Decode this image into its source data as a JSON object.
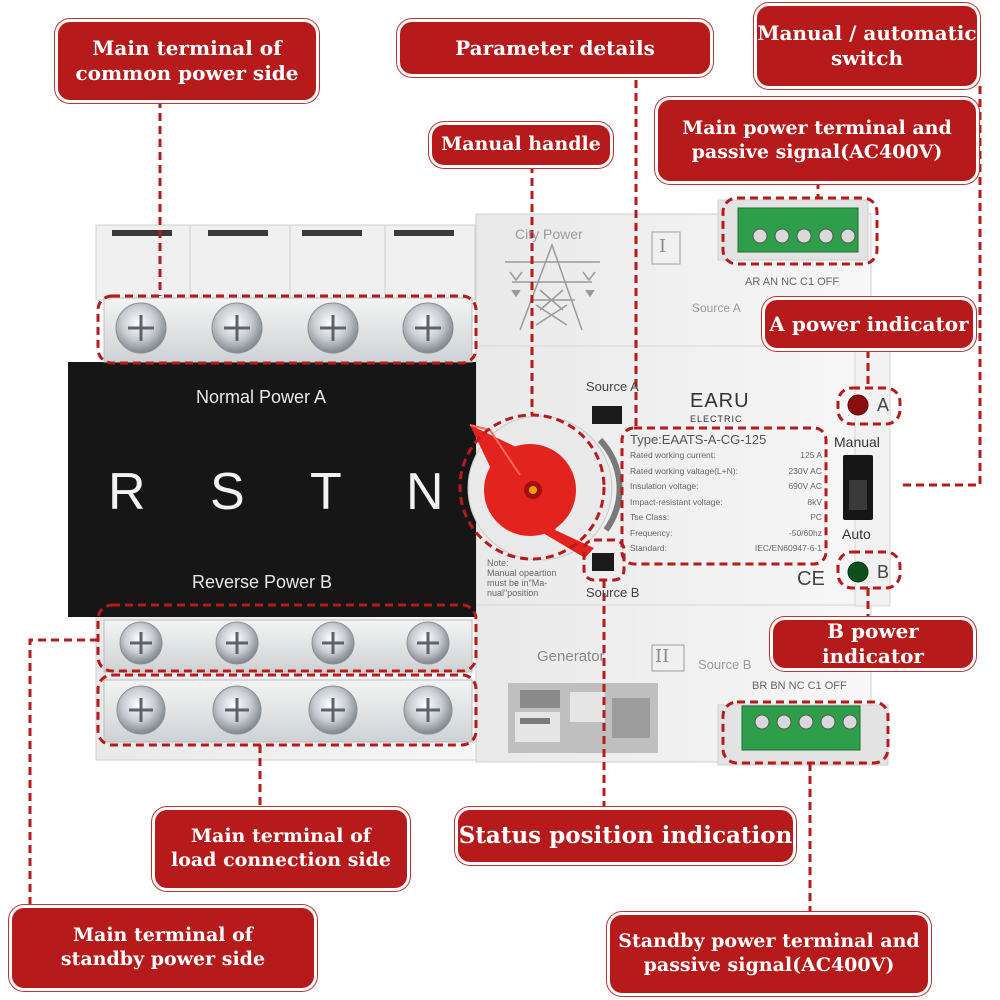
{
  "callouts": {
    "common_power": "Main terminal of\ncommon power side",
    "parameter_details": "Parameter details",
    "manual_auto": "Manual / automatic\nswitch",
    "manual_handle": "Manual handle",
    "main_power_terminal": "Main power terminal and\npassive signal(AC400V)",
    "a_indicator": "A power indicator",
    "b_indicator": "B power indicator",
    "load_side": "Main terminal of\nload connection side",
    "status_position": "Status position indication",
    "standby_side": "Main terminal of\nstandby power side",
    "standby_terminal": "Standby power terminal and\npassive signal(AC400V)"
  },
  "device": {
    "normal_power": "Normal Power A",
    "reverse_power": "Reverse Power B",
    "phases": [
      "R",
      "S",
      "T",
      "N"
    ],
    "city_power": "City Power",
    "roman_1": "I",
    "roman_2": "II",
    "source_a_top": "Source A",
    "source_a_mid": "Source A",
    "source_b_mid": "Source B",
    "source_b_low": "Source B",
    "generator": "Generator",
    "terminal_a_labels": "AR AN NC C1 OFF",
    "terminal_b_labels": "BR BN NC C1 OFF",
    "brand": "EARU",
    "brand_sub": "ELECTRIC",
    "manual": "Manual",
    "auto": "Auto",
    "ind_a": "A",
    "ind_b": "B",
    "ce": "CE",
    "note": "Note:\nManual opeartion\nmust be in\"Ma-\nnual\"position",
    "spec_type": "Type:EAATS-A-CG-125",
    "specs": [
      {
        "k": "Rated working current:",
        "v": "125   A"
      },
      {
        "k": "Rated working valtage(L+N):",
        "v": "230V AC"
      },
      {
        "k": "Insulation voltage:",
        "v": "690V AC"
      },
      {
        "k": "Impact-resistant voltage:",
        "v": "8kV"
      },
      {
        "k": "Tse Class:",
        "v": "PC"
      },
      {
        "k": "Frequency:",
        "v": "-50/60hz"
      },
      {
        "k": "Standard:",
        "v": "IEC/EN60947-6-1"
      }
    ]
  },
  "colors": {
    "callout": "#b71a1a",
    "handle": "#e3231d",
    "terminal_green": "#2f9e4a",
    "indicator_a": "#8b0d0d",
    "indicator_b": "#0f4f1e"
  }
}
